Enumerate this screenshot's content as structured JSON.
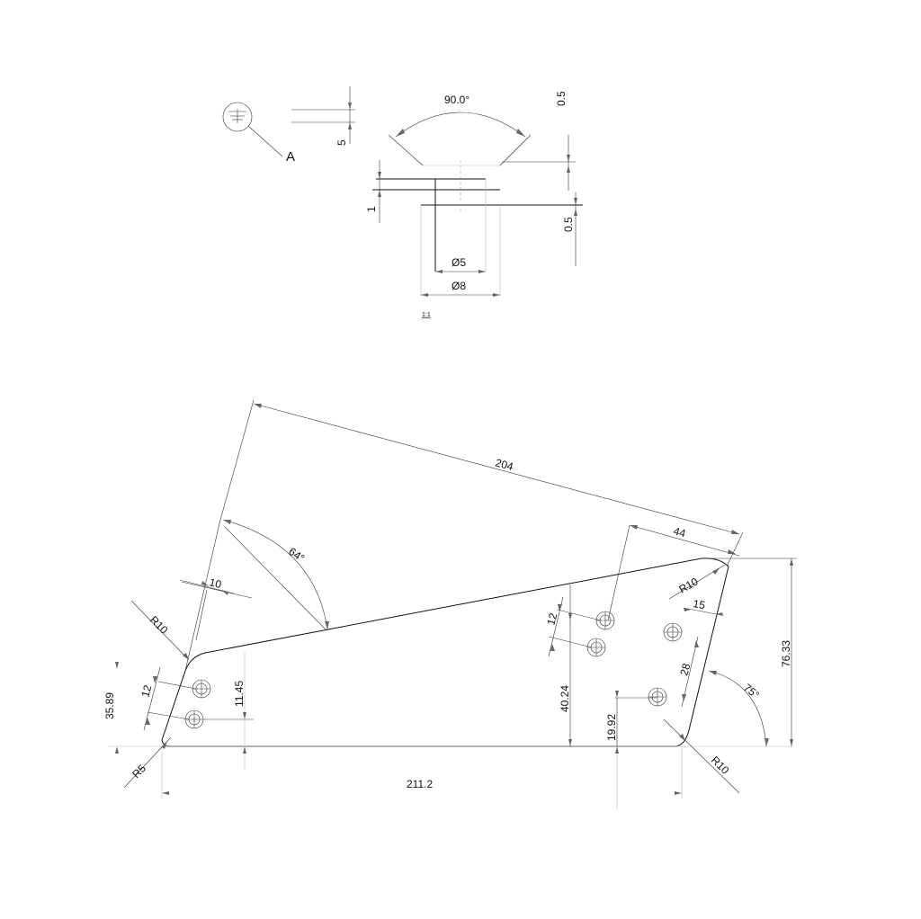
{
  "detail": {
    "callout_letter": "A",
    "scale": "1:1",
    "dims": {
      "angle": "90.0°",
      "depth": "5",
      "top_offset": "0.5",
      "step": "1",
      "bottom_offset": "0.5",
      "inner_dia": "Ø5",
      "outer_dia": "Ø8"
    }
  },
  "plate": {
    "dims": {
      "top_length": "204",
      "slot_width": "44",
      "angle_left": "64°",
      "offset_10": "10",
      "radius_top_left": "R10",
      "hole_pitch_left": "12",
      "height_left": "11.45",
      "overall_left_height": "35.89",
      "radius_bottom_left": "R5",
      "base_length": "211.2",
      "radius_top_right": "R10",
      "offset_15": "15",
      "hole_pitch_right": "12",
      "slot_28": "28",
      "height_40": "40.24",
      "height_19": "19.92",
      "overall_right_height": "76.33",
      "angle_right": "75°",
      "radius_bottom_right": "R10"
    }
  }
}
